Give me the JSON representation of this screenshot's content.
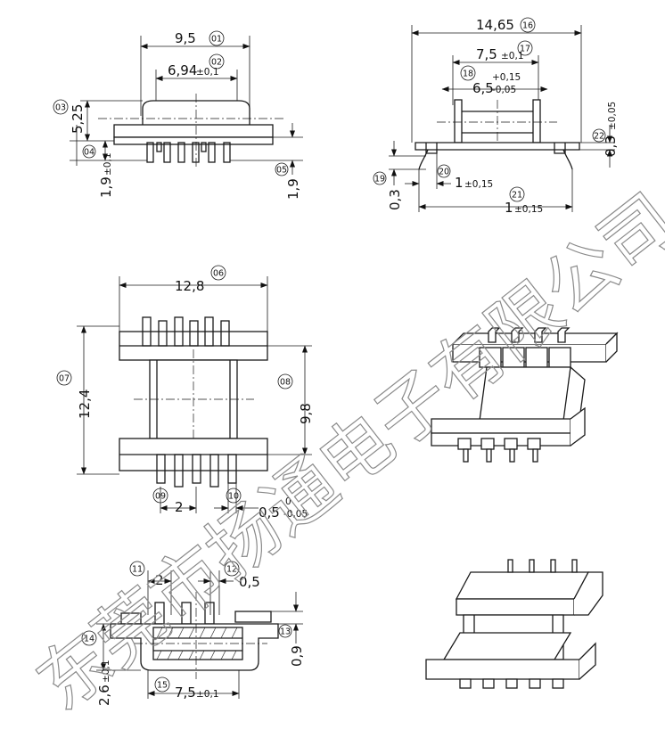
{
  "watermark": "东莞市扬通电子有限公司",
  "front_view": {
    "d01": {
      "value": "9,5",
      "id": "01"
    },
    "d02": {
      "value": "6,94",
      "tol": "±0,1",
      "id": "02"
    },
    "d03": {
      "value": "5,25",
      "id": "03"
    },
    "d04": {
      "value": "1,9",
      "tol": "±0,1",
      "id": "04"
    },
    "d05": {
      "value": "1,9",
      "id": "05"
    }
  },
  "side_view": {
    "d16": {
      "value": "14,65",
      "id": "16"
    },
    "d17": {
      "value": "7,5",
      "tol": "±0,1",
      "id": "17"
    },
    "d18": {
      "value": "6,5",
      "tol_upper": "+0,15",
      "tol_lower": "-0,05",
      "id": "18"
    },
    "d19": {
      "value": "0,3",
      "id": "19"
    },
    "d20": {
      "value": "1",
      "tol": "±0,15",
      "id": "20"
    },
    "d21": {
      "value": "1",
      "tol": "±0,15",
      "id": "21"
    },
    "d22": {
      "value": "0,3",
      "tol": "±0,05",
      "id": "22"
    }
  },
  "top_view": {
    "d06": {
      "value": "12,8",
      "id": "06"
    },
    "d07": {
      "value": "12,4",
      "id": "07"
    },
    "d08": {
      "value": "9,8",
      "id": "08"
    },
    "d09": {
      "value": "2",
      "id": "09"
    },
    "d10": {
      "value": "0,5",
      "tol_upper": "0",
      "tol_lower": "-0,05",
      "id": "10"
    }
  },
  "bottom_view": {
    "d11": {
      "value": "2",
      "id": "11"
    },
    "d12": {
      "value": "0,5",
      "id": "12"
    },
    "d13": {
      "value": "0,9",
      "id": "13"
    },
    "d14": {
      "value": "2,6",
      "tol": "±0,1",
      "id": "14"
    },
    "d15": {
      "value": "7,5",
      "tol": "±0,1",
      "id": "15"
    }
  }
}
